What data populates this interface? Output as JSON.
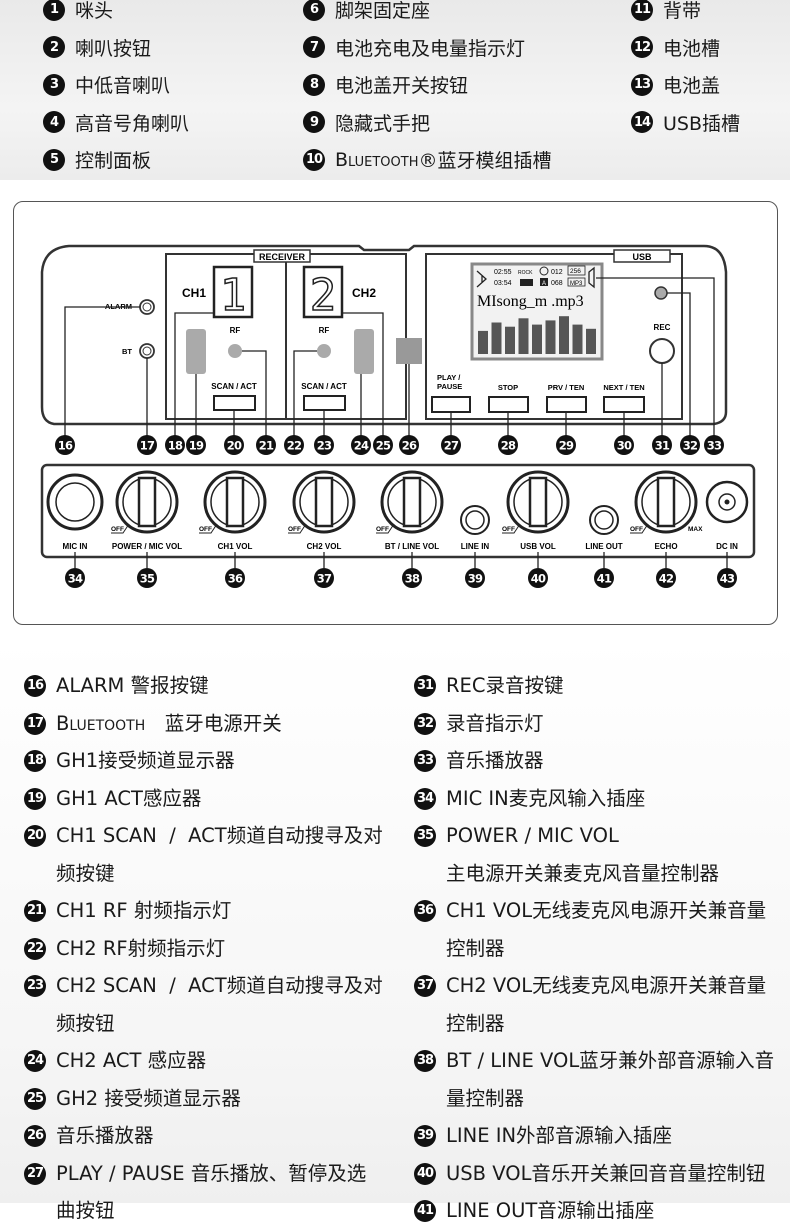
{
  "top_legend": {
    "col1": [
      {
        "n": "1",
        "label": "咪头"
      },
      {
        "n": "2",
        "label": "喇叭按钮"
      },
      {
        "n": "3",
        "label": "中低音喇叭"
      },
      {
        "n": "4",
        "label": "高音号角喇叭"
      },
      {
        "n": "5",
        "label": "控制面板"
      }
    ],
    "col2": [
      {
        "n": "6",
        "label": "脚架固定座"
      },
      {
        "n": "7",
        "label": "电池充电及电量指示灯"
      },
      {
        "n": "8",
        "label": "电池盖开关按钮"
      },
      {
        "n": "9",
        "label": "隐藏式手把"
      },
      {
        "n": "10",
        "label_sc": "Bluetooth",
        "label": "®蓝牙模组插槽"
      }
    ],
    "col3": [
      {
        "n": "11",
        "label": "背带"
      },
      {
        "n": "12",
        "label": "电池槽"
      },
      {
        "n": "13",
        "label": "电池盖"
      },
      {
        "n": "14",
        "label": "USB插槽"
      }
    ]
  },
  "panel": {
    "receiver_label": "RECEIVER",
    "usb_label": "USB",
    "alarm_label": "ALARM",
    "bt_label": "BT",
    "ch1_label": "CH1",
    "ch2_label": "CH2",
    "ch1_digit": "1",
    "ch2_digit": "2",
    "rf_label": "RF",
    "scan_act_label": "SCAN / ACT",
    "lcd": {
      "time1": "02:55",
      "rock": "ROCK",
      "track": "012",
      "total": "256",
      "time2": "03:54",
      "a_label": "A",
      "count": "068",
      "mp3": "MP3",
      "song": "MIsong_m .mp3",
      "eq_levels": [
        0.55,
        0.75,
        0.65,
        0.85,
        0.7,
        0.8,
        0.9,
        0.7,
        0.6
      ]
    },
    "rec_label": "REC",
    "play_pause_label": "PLAY / PAUSE",
    "play_label": "PLAY /",
    "pause_label": "PAUSE",
    "stop_label": "STOP",
    "prv_label": "PRV / TEN",
    "next_label": "NEXT / TEN",
    "knobs": {
      "mic_in": "MIC IN",
      "power_mic_vol": "POWER / MIC VOL",
      "ch1_vol": "CH1 VOL",
      "ch2_vol": "CH2 VOL",
      "bt_line_vol": "BT / LINE VOL",
      "line_in": "LINE IN",
      "usb_vol": "USB VOL",
      "line_out": "LINE OUT",
      "echo": "ECHO",
      "dc_in": "DC IN",
      "off": "OFF",
      "max": "MAX"
    },
    "callouts_row1": [
      "16",
      "17",
      "18",
      "19",
      "20",
      "21",
      "22",
      "23",
      "24",
      "25",
      "26",
      "27",
      "28",
      "29",
      "30",
      "31",
      "32",
      "33"
    ],
    "callouts_row2": [
      "34",
      "35",
      "36",
      "37",
      "38",
      "39",
      "40",
      "41",
      "42",
      "43"
    ]
  },
  "bottom_legend": {
    "left": [
      {
        "n": "16",
        "text": "ALARM 警报按键"
      },
      {
        "n": "17",
        "text_sc": "Bluetooth",
        "text": "　蓝牙电源开关"
      },
      {
        "n": "18",
        "text": "GH1接受频道显示器"
      },
      {
        "n": "19",
        "text": "GH1 ACT感应器"
      },
      {
        "n": "20",
        "text": "CH1 SCAN  /  ACT频道自动搜寻及对\n频按键"
      },
      {
        "n": "21",
        "text": "CH1 RF 射频指示灯"
      },
      {
        "n": "22",
        "text": "CH2 RF射频指示灯"
      },
      {
        "n": "23",
        "text": "CH2 SCAN  /  ACT频道自动搜寻及对\n频按钮"
      },
      {
        "n": "24",
        "text": "CH2 ACT 感应器"
      },
      {
        "n": "25",
        "text": "GH2 接受频道显示器"
      },
      {
        "n": "26",
        "text": "音乐播放器"
      },
      {
        "n": "27",
        "text": "PLAY / PAUSE 音乐播放、暂停及选\n曲按钮"
      }
    ],
    "right": [
      {
        "n": "31",
        "text": "REC录音按键"
      },
      {
        "n": "32",
        "text": "录音指示灯"
      },
      {
        "n": "33",
        "text": "音乐播放器"
      },
      {
        "n": "34",
        "text": "MIC IN麦克风输入插座"
      },
      {
        "n": "35",
        "text": "POWER / MIC VOL\n主电源开关兼麦克风音量控制器"
      },
      {
        "n": "36",
        "text": "CH1 VOL无线麦克风电源开关兼音量\n控制器"
      },
      {
        "n": "37",
        "text": "CH2 VOL无线麦克风电源开关兼音量\n控制器"
      },
      {
        "n": "38",
        "text": "BT / LINE VOL蓝牙兼外部音源输入音\n量控制器"
      },
      {
        "n": "39",
        "text": "LINE IN外部音源输入插座"
      },
      {
        "n": "40",
        "text": "USB VOL音乐开关兼回音音量控制钮"
      },
      {
        "n": "41",
        "text": "LINE OUT音源输出插座"
      }
    ]
  }
}
